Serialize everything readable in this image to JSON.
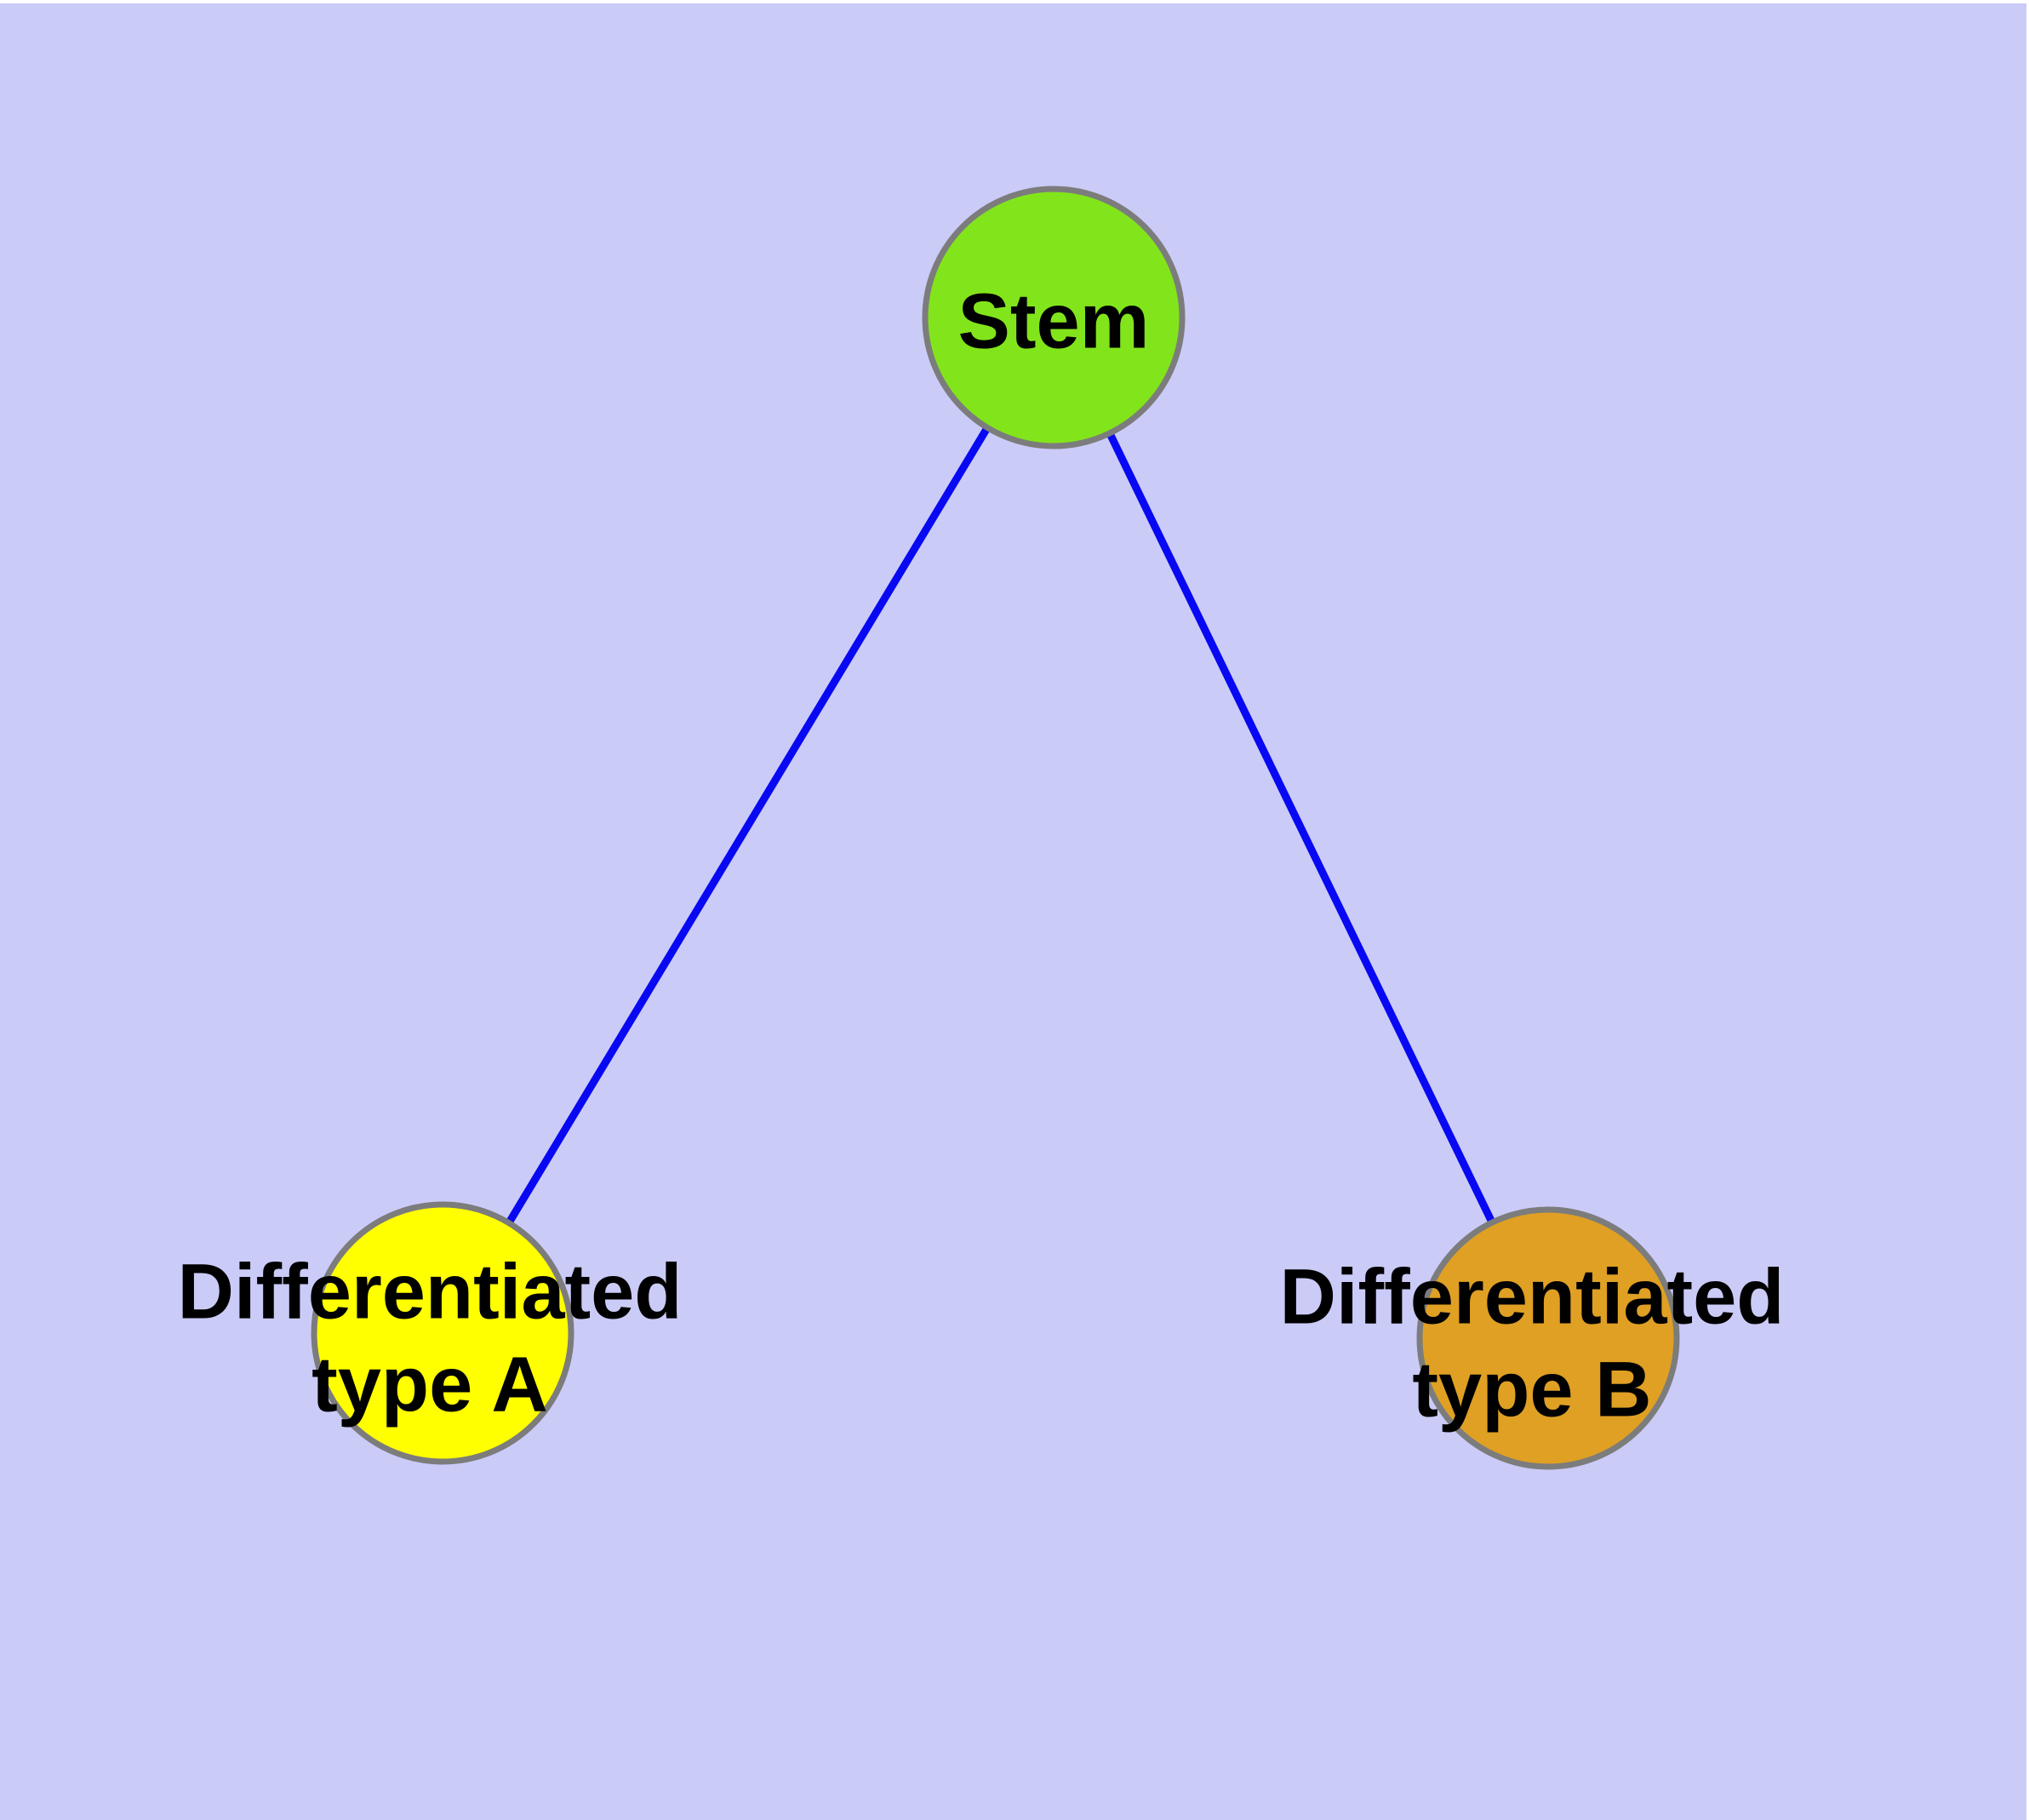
{
  "diagram": {
    "type": "graph",
    "description": "Stem cell differentiation tree with one root node and two differentiated child nodes",
    "colors": {
      "background": "#cbcbf8",
      "page_margin": "#ffffff",
      "node_border": "#7c7c7c",
      "edge": "#0808f2",
      "label_text": "#000000"
    },
    "nodes": {
      "stem": {
        "label": "Stem",
        "fill": "#82e51b"
      },
      "type_a": {
        "label": "Differentiated\ntype A",
        "fill": "#ffff00"
      },
      "type_b": {
        "label": "Differentiated\ntype B",
        "fill": "#dfa024"
      }
    },
    "edges": [
      {
        "from": "Stem",
        "to": "Differentiated type A"
      },
      {
        "from": "Stem",
        "to": "Differentiated type B"
      }
    ]
  }
}
